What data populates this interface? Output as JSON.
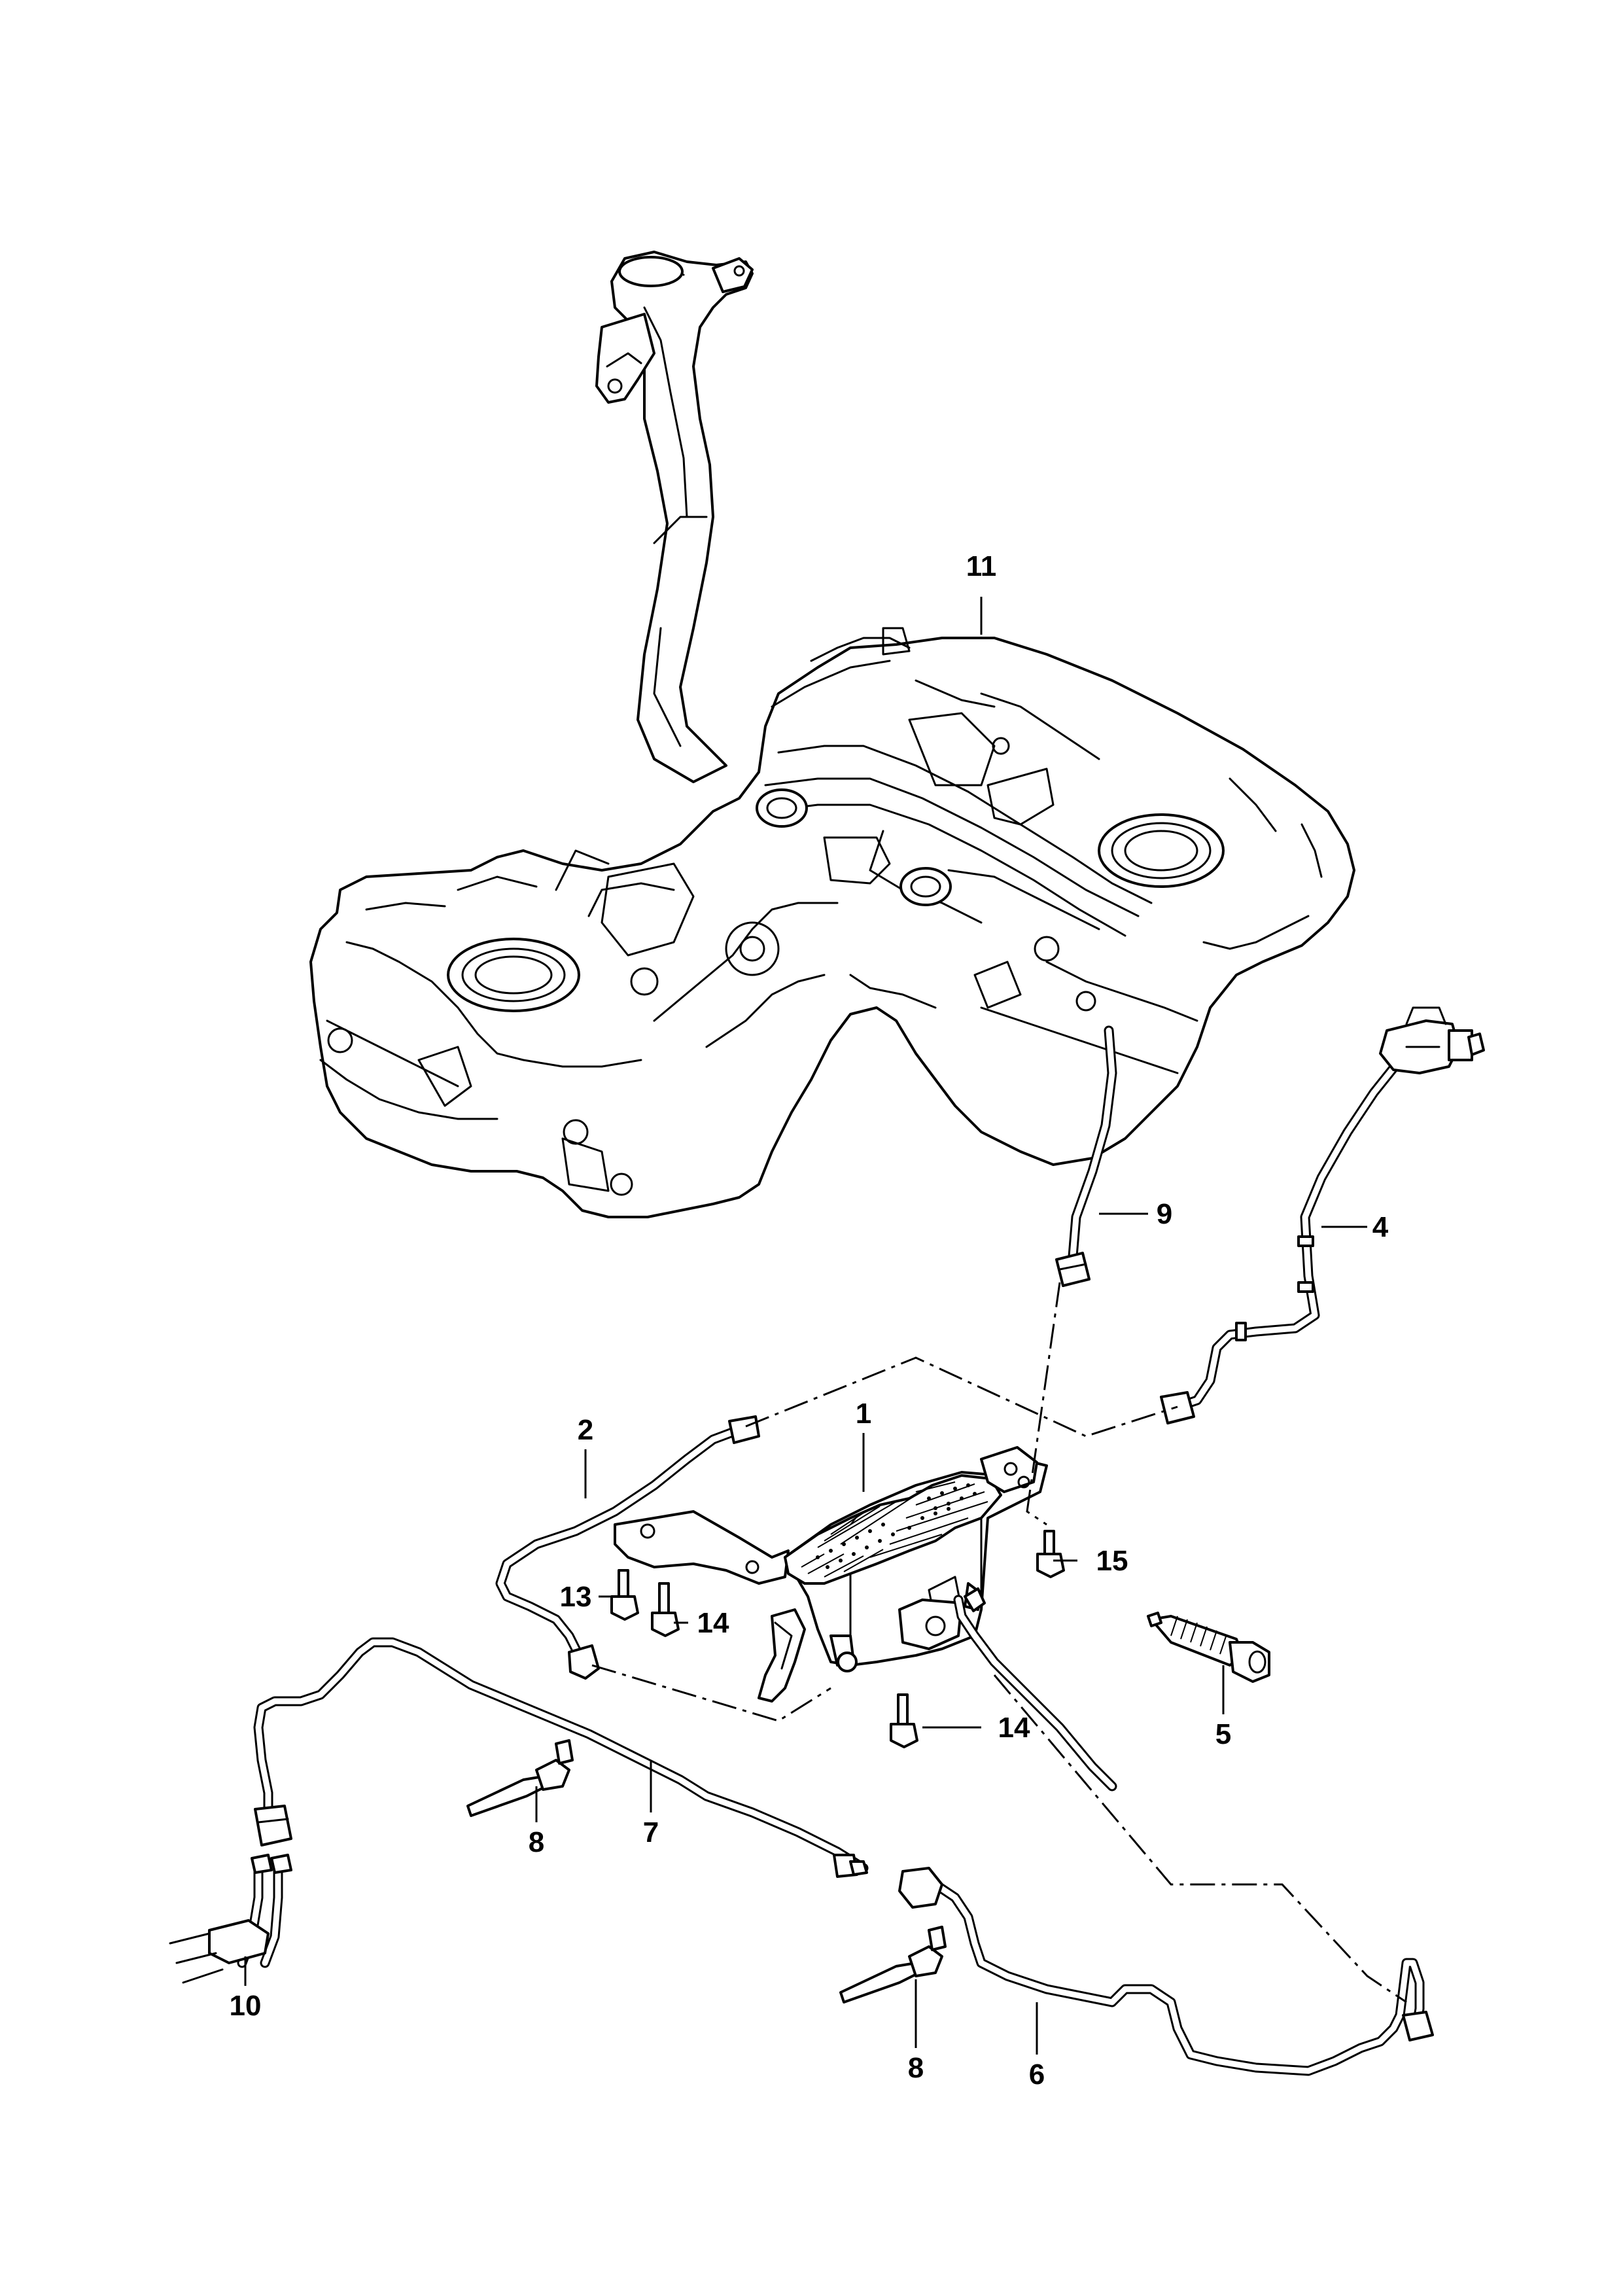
{
  "diagram": {
    "colors": {
      "line": "#000000",
      "background": "#ffffff"
    },
    "callouts": {
      "c1": "1",
      "c2": "2",
      "c4": "4",
      "c5": "5",
      "c6": "6",
      "c7": "7",
      "c8a": "8",
      "c8b": "8",
      "c9": "9",
      "c10": "10",
      "c11": "11",
      "c13": "13",
      "c14a": "14",
      "c14b": "14",
      "c15": "15"
    }
  }
}
